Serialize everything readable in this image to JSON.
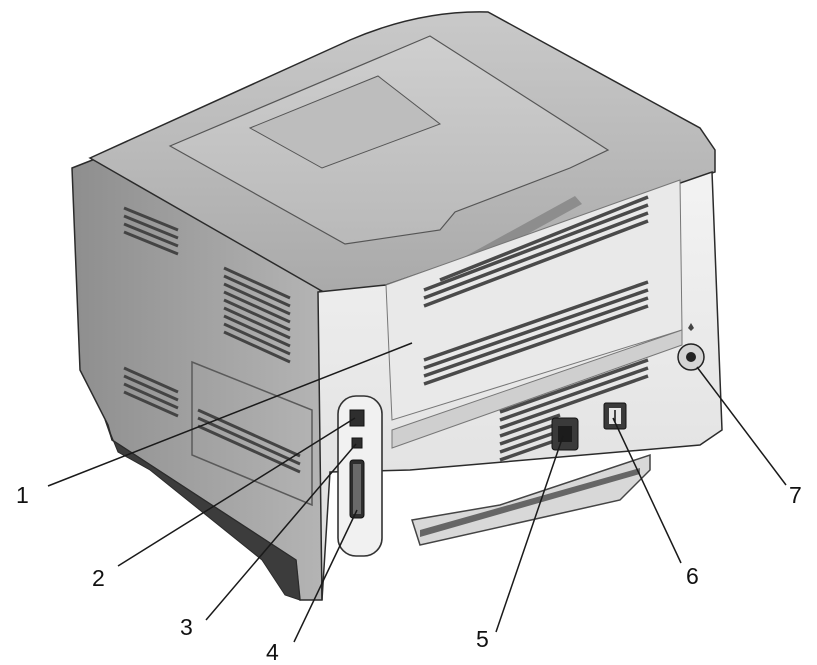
{
  "callouts": [
    {
      "label": "1"
    },
    {
      "label": "2"
    },
    {
      "label": "3"
    },
    {
      "label": "4"
    },
    {
      "label": "5"
    },
    {
      "label": "6"
    },
    {
      "label": "7"
    }
  ],
  "colors": {
    "body_light": "#ededed",
    "body_mid": "#d6d6d6",
    "body_dark": "#9a9a9a",
    "vent": "#5a5a5a",
    "outline": "#2b2b2b",
    "background": "#ffffff"
  }
}
